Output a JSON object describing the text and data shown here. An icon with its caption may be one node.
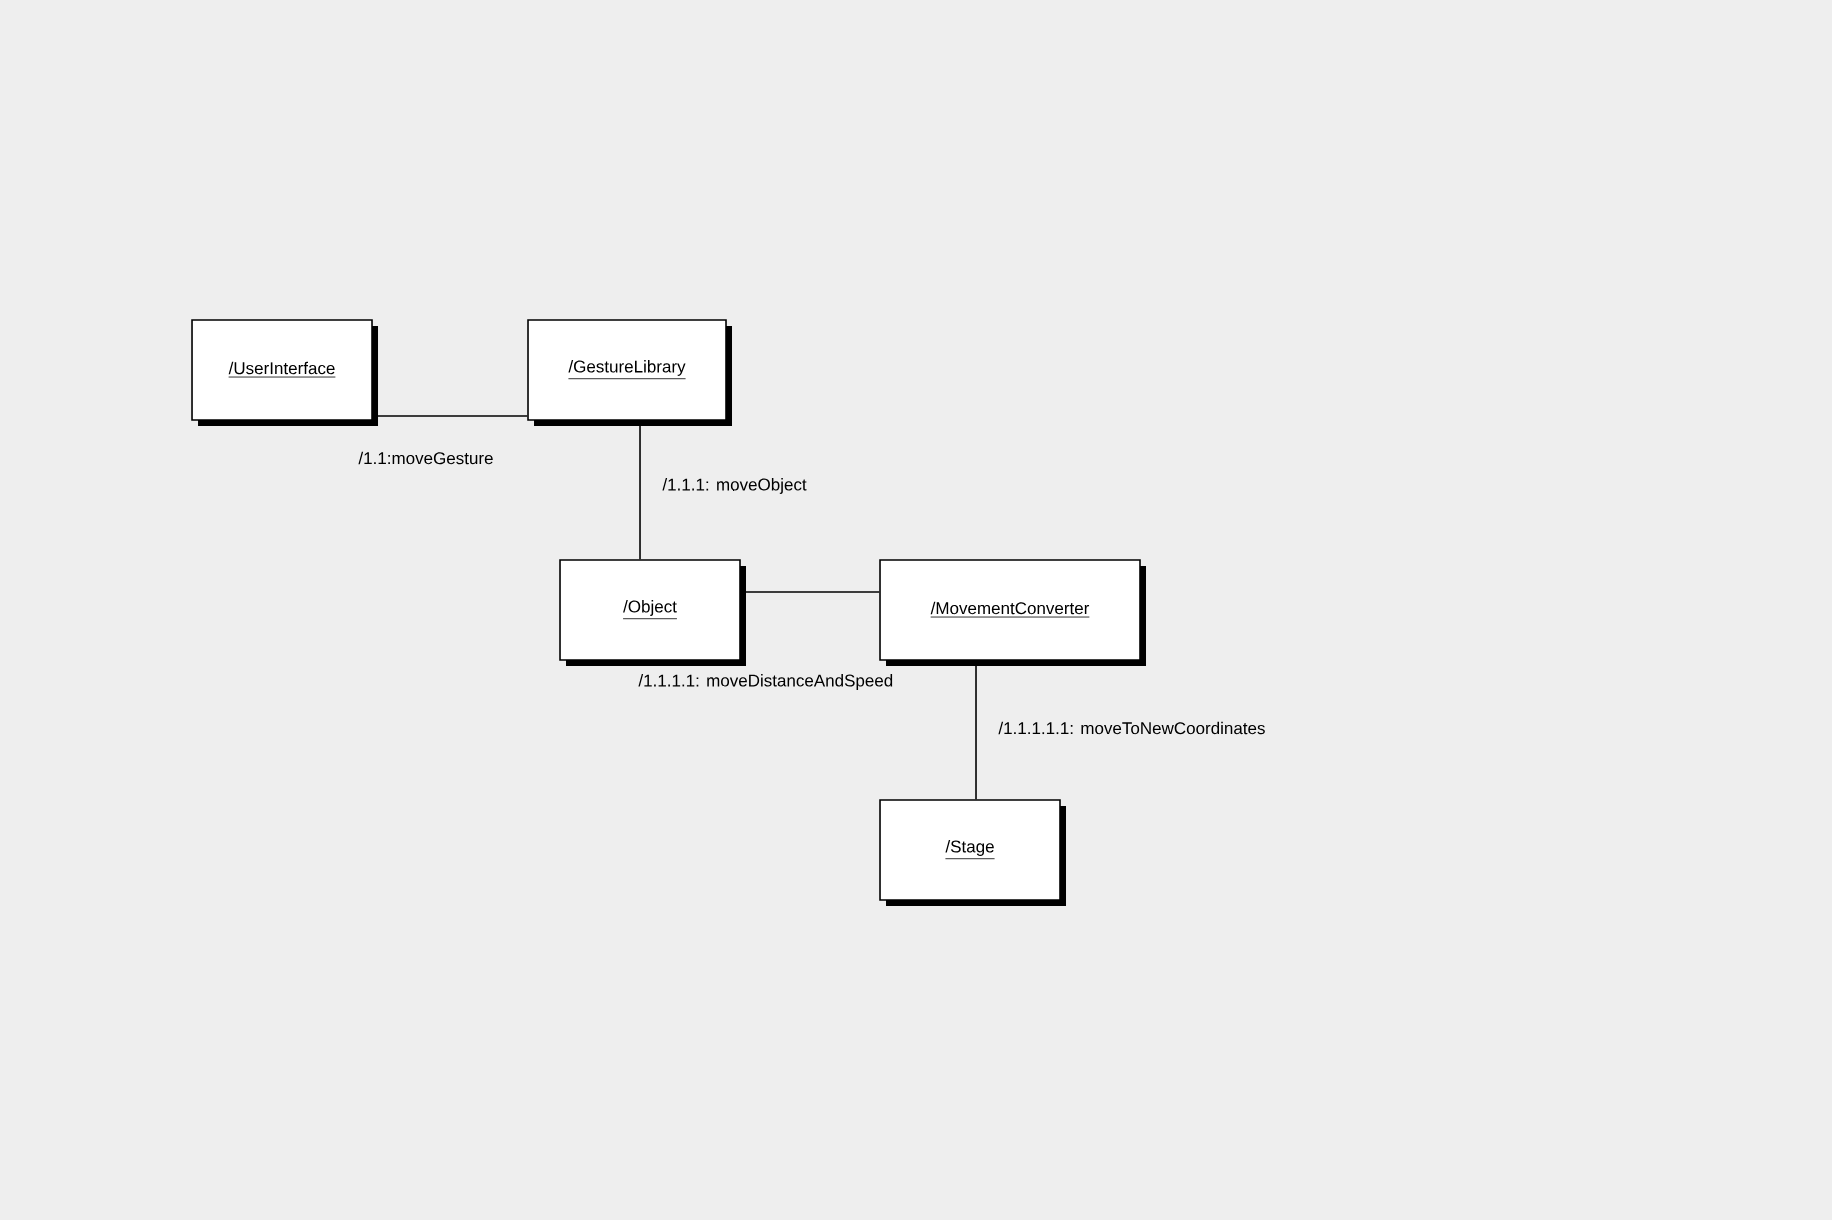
{
  "diagram": {
    "nodes": [
      {
        "text": [
          "/UserInterface"
        ]
      },
      {
        "text": [
          "/GestureLibrary"
        ]
      },
      {
        "text": [
          "/Object"
        ]
      },
      {
        "text": [
          "/MovementConverter"
        ]
      },
      {
        "text": [
          "/Stage"
        ]
      }
    ],
    "edges": [
      {
        "from": 0,
        "to": 1,
        "arrow": "none",
        "label": "/1.1:moveGesture"
      },
      {
        "from": 1,
        "to": 2,
        "arrow": "none",
        "label": "/1.1.1: moveObject"
      },
      {
        "from": 2,
        "to": 3,
        "arrow": "none",
        "label": "/1.1.1.1: moveDistanceAndSpeed"
      },
      {
        "from": 3,
        "to": 4,
        "arrow": "none",
        "label": "/1.1.1.1.1: moveToNewCoordinates"
      }
    ]
  }
}
